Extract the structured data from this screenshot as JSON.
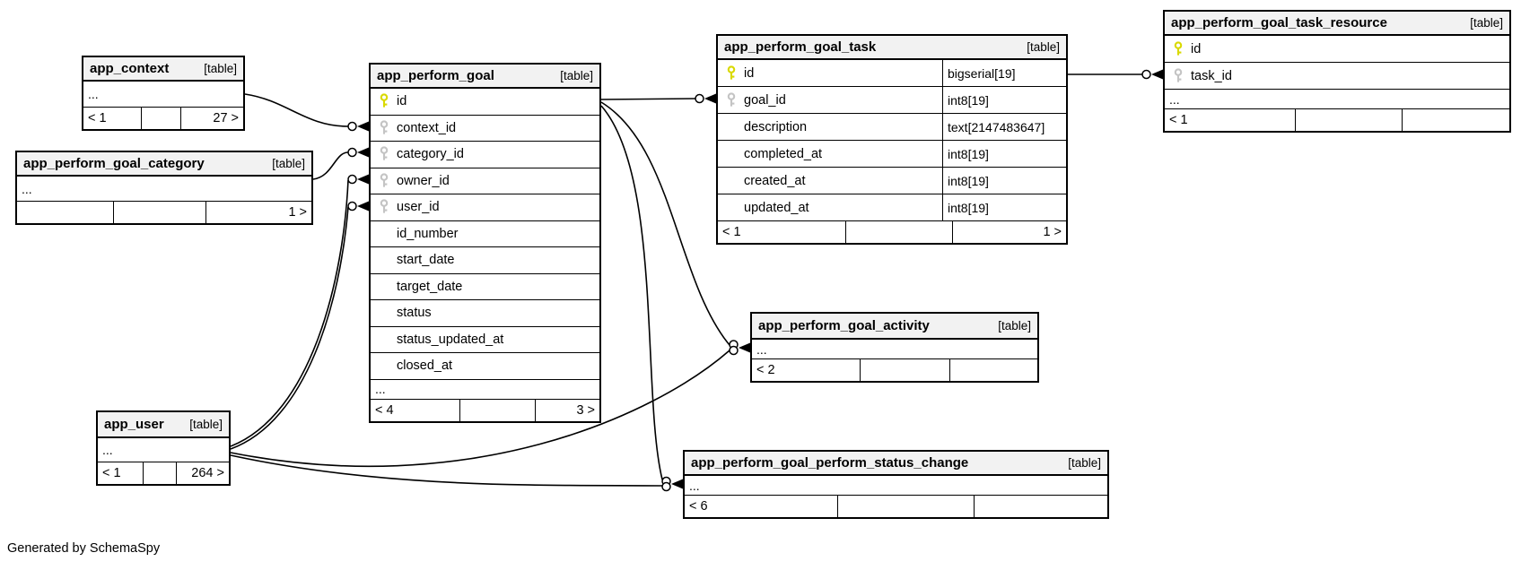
{
  "note": "Generated by SchemaSpy",
  "colors": {
    "header_bg": "#f2f2f2",
    "border": "#000000",
    "relationship_line": "#000000",
    "primary_key": "#d9d900",
    "foreign_key": "#c4c4c4"
  },
  "icons": {
    "primary_key": "key-icon-yellow",
    "foreign_key": "key-icon-gray"
  },
  "tables": {
    "context": {
      "name": "app_context",
      "tag": "[table]",
      "dots": "...",
      "footer": {
        "l": "< 1",
        "m": "",
        "r": "27 >"
      }
    },
    "category": {
      "name": "app_perform_goal_category",
      "tag": "[table]",
      "dots": "...",
      "footer": {
        "l": "",
        "m": "",
        "r": "1 >"
      }
    },
    "goal": {
      "name": "app_perform_goal",
      "tag": "[table]",
      "dots": "...",
      "footer": {
        "l": "< 4",
        "m": "",
        "r": "3 >"
      },
      "fields": [
        {
          "name": "id",
          "key": "pk"
        },
        {
          "name": "context_id",
          "key": "fk"
        },
        {
          "name": "category_id",
          "key": "fk"
        },
        {
          "name": "owner_id",
          "key": "fk"
        },
        {
          "name": "user_id",
          "key": "fk"
        },
        {
          "name": "id_number",
          "key": ""
        },
        {
          "name": "start_date",
          "key": ""
        },
        {
          "name": "target_date",
          "key": ""
        },
        {
          "name": "status",
          "key": ""
        },
        {
          "name": "status_updated_at",
          "key": ""
        },
        {
          "name": "closed_at",
          "key": ""
        }
      ]
    },
    "task": {
      "name": "app_perform_goal_task",
      "tag": "[table]",
      "footer": {
        "l": "< 1",
        "m": "",
        "r": "1 >"
      },
      "fields": [
        {
          "name": "id",
          "key": "pk",
          "type": "bigserial[19]"
        },
        {
          "name": "goal_id",
          "key": "fk",
          "type": "int8[19]"
        },
        {
          "name": "description",
          "key": "",
          "type": "text[2147483647]"
        },
        {
          "name": "completed_at",
          "key": "",
          "type": "int8[19]"
        },
        {
          "name": "created_at",
          "key": "",
          "type": "int8[19]"
        },
        {
          "name": "updated_at",
          "key": "",
          "type": "int8[19]"
        }
      ]
    },
    "resource": {
      "name": "app_perform_goal_task_resource",
      "tag": "[table]",
      "dots": "...",
      "footer": {
        "l": "< 1",
        "m": "",
        "r": ""
      },
      "fields": [
        {
          "name": "id",
          "key": "pk"
        },
        {
          "name": "task_id",
          "key": "fk"
        }
      ]
    },
    "activity": {
      "name": "app_perform_goal_activity",
      "tag": "[table]",
      "dots": "...",
      "footer": {
        "l": "< 2",
        "m": "",
        "r": ""
      }
    },
    "user": {
      "name": "app_user",
      "tag": "[table]",
      "dots": "...",
      "footer": {
        "l": "< 1",
        "m": "",
        "r": "264 >"
      }
    },
    "status": {
      "name": "app_perform_goal_perform_status_change",
      "tag": "[table]",
      "dots": "...",
      "footer": {
        "l": "< 6",
        "m": "",
        "r": ""
      }
    }
  }
}
